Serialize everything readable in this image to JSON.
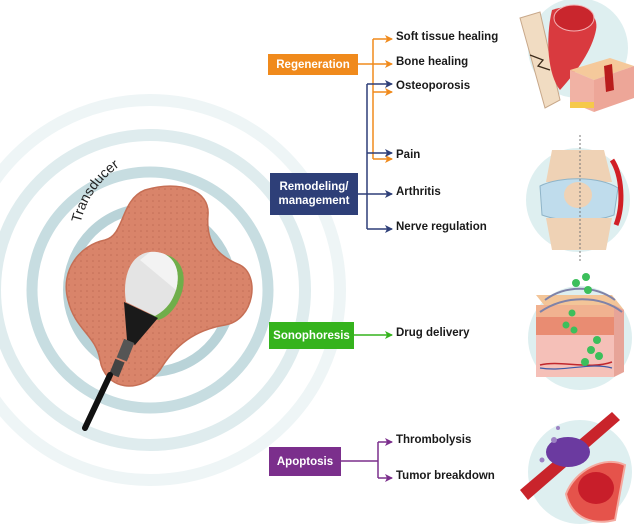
{
  "transducer_label": "Transducer",
  "colors": {
    "regeneration": "#f08a1c",
    "remodeling": "#2e3f78",
    "sonophoresis": "#35b31d",
    "apoptosis": "#7b2f8c",
    "ring": "#b9d3d8",
    "patch": "#d9846a",
    "illustration_bg": "#deeff0"
  },
  "categories": [
    {
      "id": "regeneration",
      "label": "Regeneration",
      "outcomes": [
        "Soft tissue healing",
        "Bone healing",
        "Osteoporosis",
        "Pain"
      ]
    },
    {
      "id": "remodeling",
      "label": "Remodeling/\nmanagement",
      "label_line1": "Remodeling/",
      "label_line2": "management",
      "outcomes": [
        "Osteoporosis",
        "Pain",
        "Arthritis",
        "Nerve regulation"
      ]
    },
    {
      "id": "sonophoresis",
      "label": "Sonophoresis",
      "outcomes": [
        "Drug delivery"
      ]
    },
    {
      "id": "apoptosis",
      "label": "Apoptosis",
      "outcomes": [
        "Thrombolysis",
        "Tumor breakdown"
      ]
    }
  ],
  "outcome_labels": {
    "soft_tissue_healing": "Soft tissue healing",
    "bone_healing": "Bone healing",
    "osteoporosis": "Osteoporosis",
    "pain": "Pain",
    "arthritis": "Arthritis",
    "nerve_regulation": "Nerve regulation",
    "drug_delivery": "Drug delivery",
    "thrombolysis": "Thrombolysis",
    "tumor_breakdown": "Tumor breakdown"
  },
  "illustrations": [
    {
      "name": "bone-muscle-skin-illustration",
      "depicts": "fractured bone, muscle, wounded skin"
    },
    {
      "name": "knee-joint-illustration",
      "depicts": "knee joint with arthritis"
    },
    {
      "name": "skin-drug-delivery-illustration",
      "depicts": "skin layers with drug particles"
    },
    {
      "name": "blood-clot-illustration",
      "depicts": "blood vessel with clot"
    }
  ]
}
